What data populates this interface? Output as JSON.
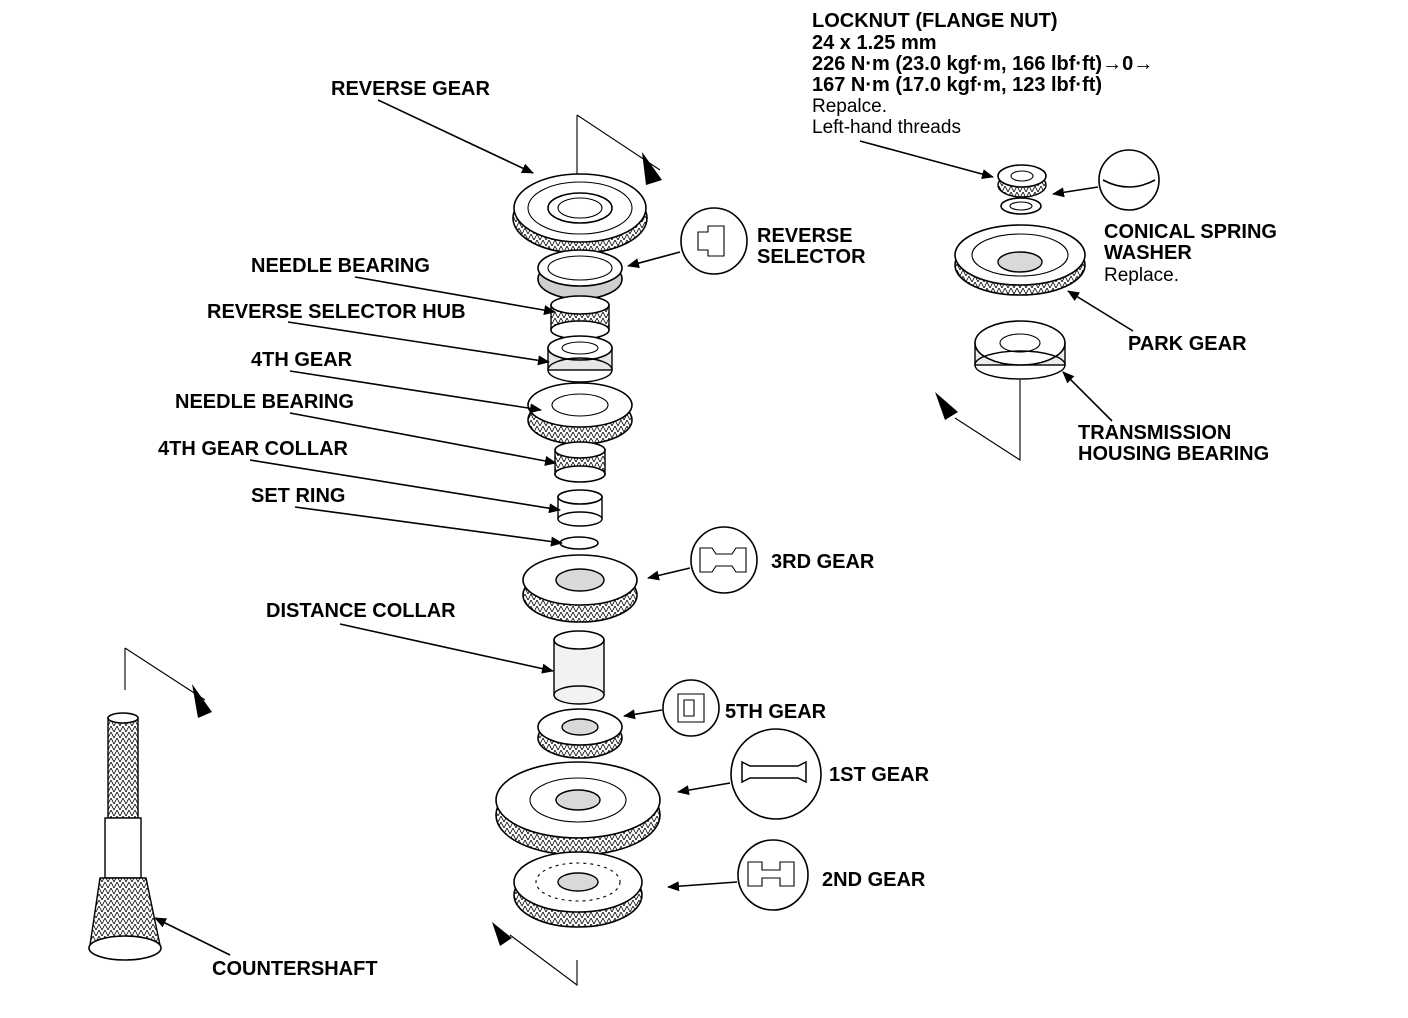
{
  "labels": {
    "reverse_gear": "REVERSE GEAR",
    "reverse_selector_1": "REVERSE",
    "reverse_selector_2": "SELECTOR",
    "needle_bearing_upper": "NEEDLE BEARING",
    "reverse_selector_hub": "REVERSE SELECTOR HUB",
    "fourth_gear": "4TH GEAR",
    "needle_bearing_lower": "NEEDLE BEARING",
    "fourth_gear_collar": "4TH GEAR COLLAR",
    "set_ring": "SET RING",
    "third_gear": "3RD GEAR",
    "distance_collar": "DISTANCE COLLAR",
    "fifth_gear": "5TH GEAR",
    "first_gear": "1ST GEAR",
    "second_gear": "2ND GEAR",
    "countershaft": "COUNTERSHAFT",
    "park_gear": "PARK GEAR",
    "conical_spring_washer_1": "CONICAL SPRING",
    "conical_spring_washer_2": "WASHER",
    "conical_spring_washer_note": "Replace.",
    "transmission_housing_bearing_1": "TRANSMISSION",
    "transmission_housing_bearing_2": "HOUSING BEARING"
  },
  "locknut": {
    "title": "LOCKNUT (FLANGE NUT)",
    "size": "24 x 1.25 mm",
    "torque_1": "226 N·m (23.0 kgf·m, 166 lbf·ft)→0→",
    "torque_2": "167 N·m (17.0 kgf·m, 123 lbf·ft)",
    "note_1": "Repalce.",
    "note_2": "Left-hand threads"
  },
  "icons": [
    "gear-icon",
    "bearing-icon",
    "shaft-icon",
    "arrow-icon",
    "callout-circle-icon"
  ]
}
